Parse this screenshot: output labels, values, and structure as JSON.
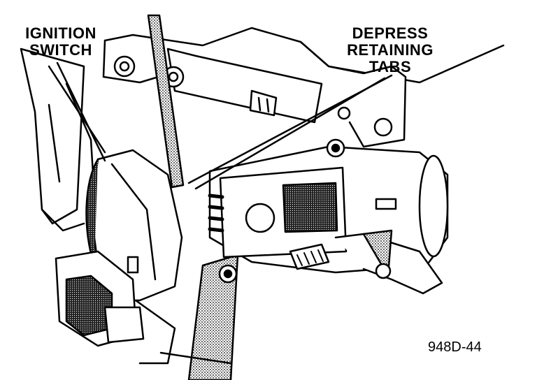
{
  "labels": {
    "ignition_switch": [
      "IGNITION",
      "SWITCH"
    ],
    "depress_tabs": [
      "DEPRESS",
      "RETAINING",
      "TABS"
    ]
  },
  "figure_code": "948D-44",
  "colors": {
    "ink": "#000000",
    "paper": "#ffffff",
    "shade": "#1a1a1a"
  }
}
